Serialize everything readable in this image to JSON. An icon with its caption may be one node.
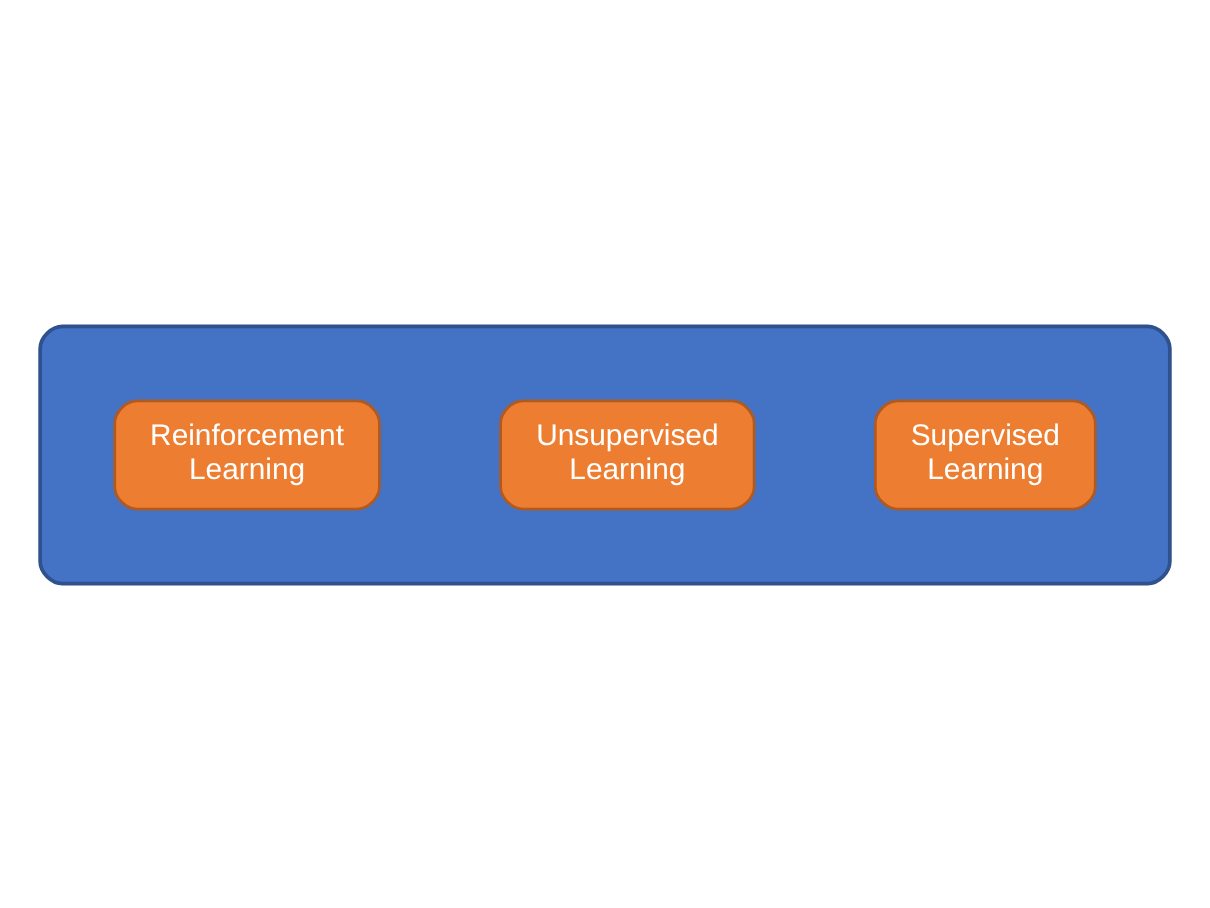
{
  "diagram": {
    "nodes": [
      {
        "text": [],
        "shape": "cloud"
      },
      {
        "text": [
          "Supervised Learning"
        ],
        "in": 0
      },
      {
        "text": [
          "Unsupervised Learning"
        ],
        "in": 0
      },
      {
        "text": [
          "Reinforcement Learning"
        ],
        "in": 0
      }
    ]
  }
}
